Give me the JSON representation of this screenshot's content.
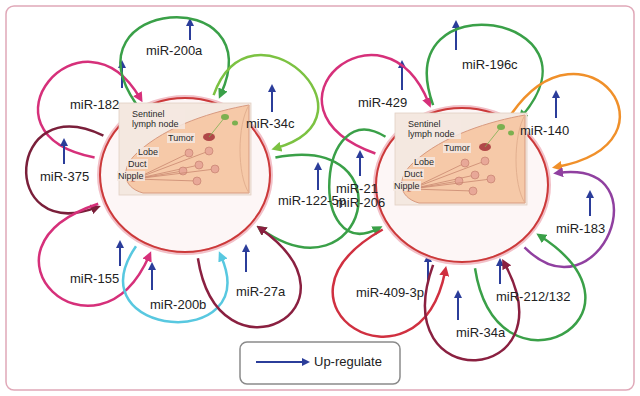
{
  "diagram": {
    "nodes": [
      {
        "text": [
          "Sentinel lymph node",
          "Tumor",
          "Lobe",
          "Duct",
          "Nipple"
        ]
      },
      {
        "text": [
          "Sentinel lymph node",
          "Tumor",
          "Lobe",
          "Duct",
          "Nipple"
        ]
      }
    ],
    "edges": [],
    "labels": [
      "miR-182",
      "miR-200a",
      "miR-34c",
      "miR-375",
      "miR-122-5p",
      "miR-155",
      "miR-200b",
      "miR-27a",
      "miR-429",
      "miR-196c",
      "miR-140",
      "miR-21",
      "miR-206",
      "miR-183",
      "miR-212/132",
      "miR-409-3p",
      "miR-34a"
    ],
    "legend": [
      {
        "text": "Up-regulate"
      }
    ]
  }
}
